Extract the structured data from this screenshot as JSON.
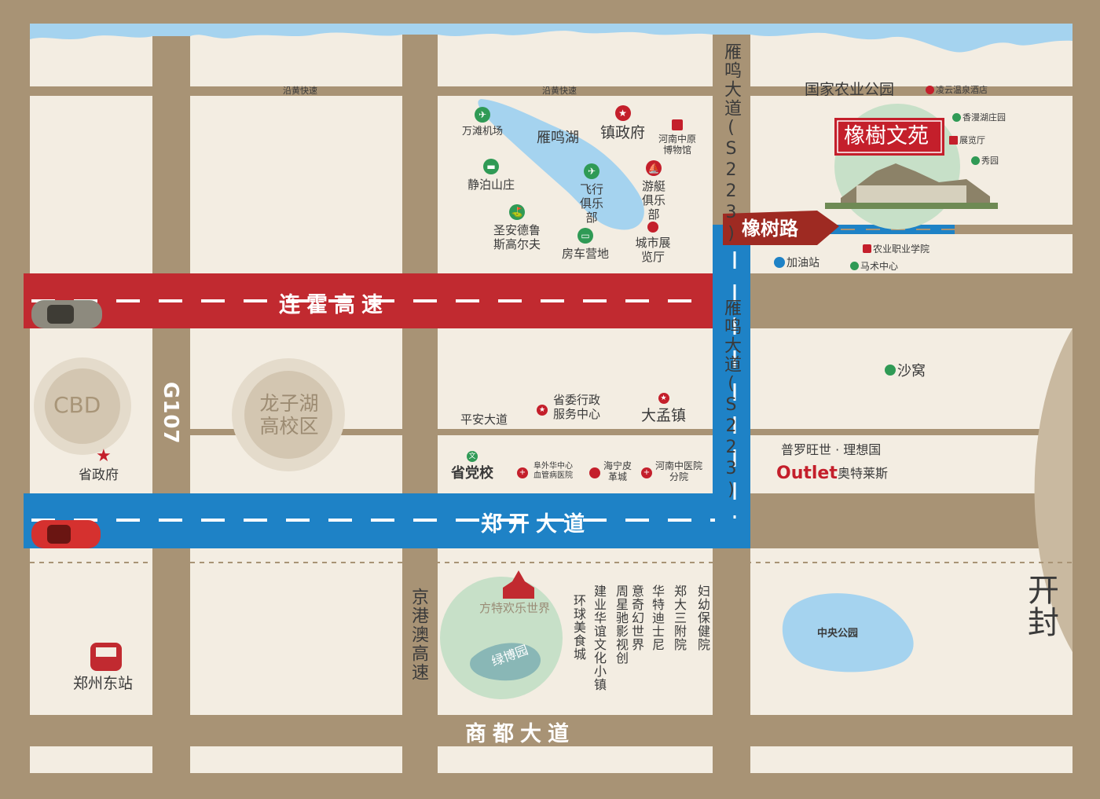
{
  "roads": {
    "yanhuang_1": "沿黄快速",
    "yanhuang_2": "沿黄快速",
    "yanming_top": "雁鸣大道(S223)",
    "yanming_mid": "雁鸣大道(S223)",
    "lianhuo": "连霍高速",
    "g107": "G107",
    "zhengkai": "郑开大道",
    "jinggangao": "京港澳高速",
    "shangdu": "商都大道",
    "xiangshu": "橡树路",
    "pingan": "平安大道"
  },
  "areas": {
    "cbd": "CBD",
    "longzihu": "龙子湖高校区",
    "kaifeng": "开封",
    "central_park": "中央公园",
    "fangte": "方特欢乐世界",
    "lvbo": "绿博园",
    "yanminghu": "雁鸣湖"
  },
  "project": {
    "name": "橡樹文苑",
    "park": "国家农业公园"
  },
  "pois": {
    "wanltan_airport": "万滩机场",
    "town_gov": "镇政府",
    "museum": "河南中原博物馆",
    "jingbo": "静泊山庄",
    "flying_club": "飞行俱乐部",
    "yacht_club": "游艇俱乐部",
    "golf": "圣安德鲁斯高尔夫",
    "rv_camp": "房车营地",
    "city_exhibit": "城市展览厅",
    "lingyun": "凌云温泉酒店",
    "xiangman": "香漫湖庄园",
    "exhibit": "展览厅",
    "xiuyuan": "秀园",
    "gas": "加油站",
    "agri_college": "农业职业学院",
    "horse": "马术中心",
    "shawo": "沙窝",
    "provincial_gov": "省政府",
    "east_station": "郑州东站",
    "admin_center": "省委行政服务中心",
    "dameng": "大孟镇",
    "party_school": "省党校",
    "fuwai": "阜外华中心血管病医院",
    "haining": "海宁皮革城",
    "tcm": "河南中医院分院",
    "puluo": "普罗旺世 · 理想国",
    "outlet_brand": "Outlet",
    "outlet_cn": "奥特莱斯",
    "global_food": "环球美食城",
    "jianye": "建业华谊文化小镇",
    "zhouxingchi": "周星驰影视创",
    "fantasy": "意奇幻世界",
    "huatediki": "华特迪士尼",
    "zd_hospital": "郑大三附院",
    "maternal": "妇幼保健院"
  },
  "colors": {
    "road_tan": "#a89375",
    "land": "#f3ede2",
    "red_road": "#c12a30",
    "blue_road": "#1e82c6",
    "water": "#a5d3ef",
    "green": "#2f9a55"
  }
}
